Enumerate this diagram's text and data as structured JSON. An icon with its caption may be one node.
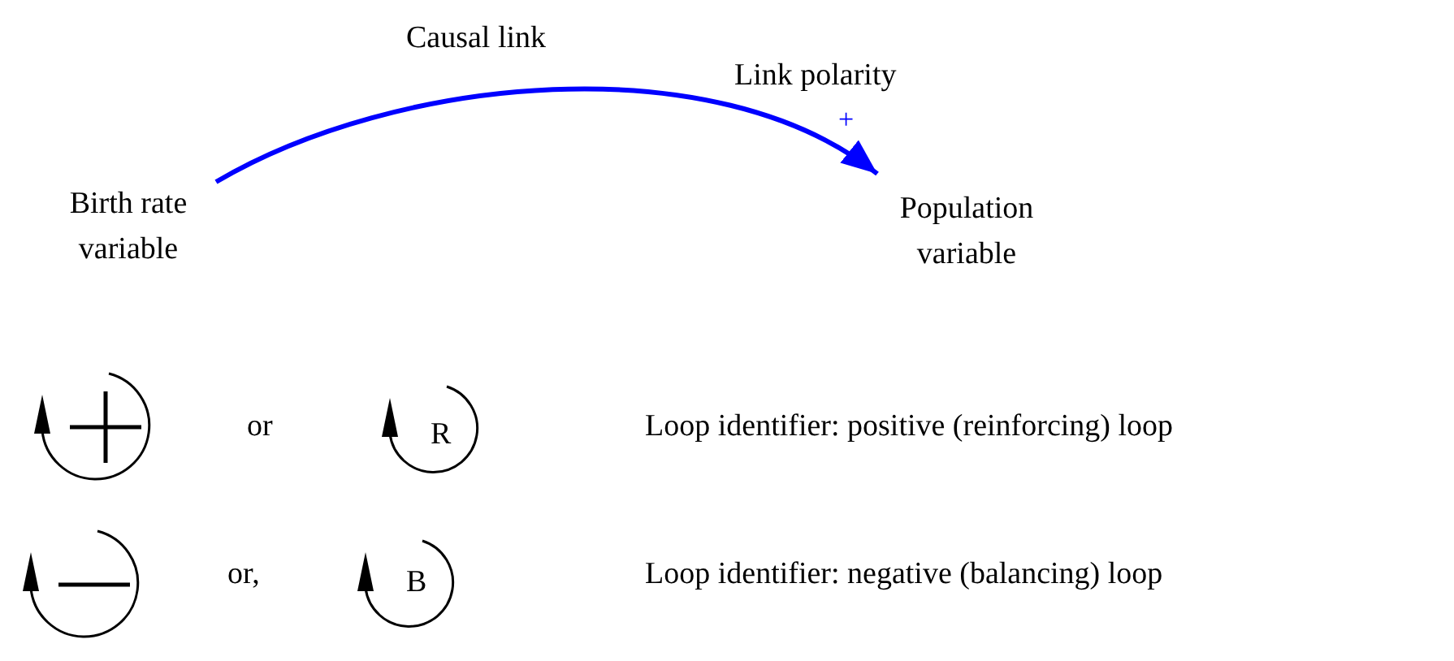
{
  "diagram": {
    "nodes": [
      {
        "text": [
          "Birth rate variable"
        ]
      },
      {
        "text": [
          "Population variable"
        ]
      }
    ],
    "edges": [
      {
        "from": 0,
        "to": 1,
        "arrow": "to",
        "label": "+",
        "color": "#0000ff"
      }
    ],
    "labels": [
      "Causal link",
      "Link polarity",
      "or",
      "R",
      "Loop identifier: positive (reinforcing) loop",
      "or,",
      "B",
      "Loop identifier: negative (balancing) loop"
    ]
  }
}
